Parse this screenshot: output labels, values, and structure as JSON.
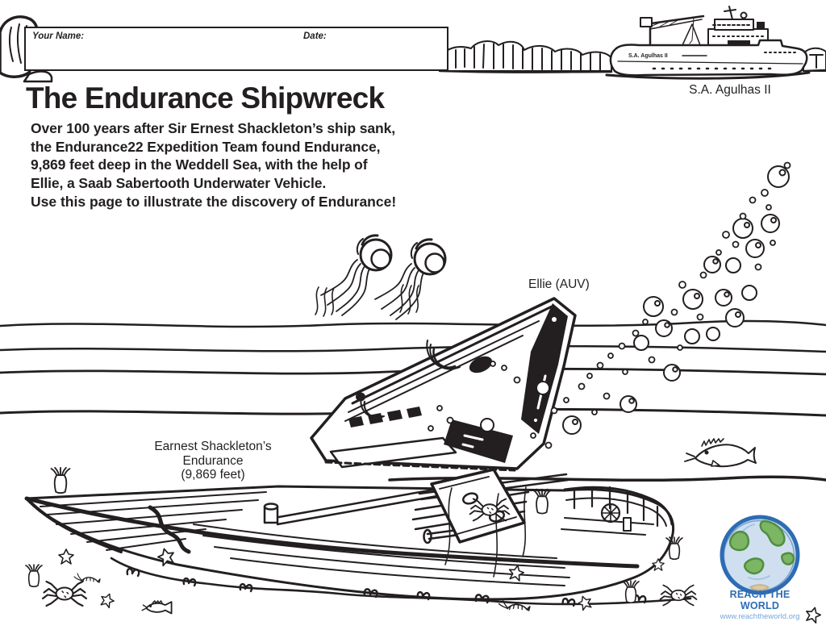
{
  "page": {
    "title": "The Endurance Shipwreck",
    "intro": "Over 100 years after Sir Ernest Shackleton’s ship sank,\nthe Endurance22 Expedition Team found Endurance,\n9,869 feet deep in the Weddell Sea, with the help of\nEllie, a Saab Sabertooth Underwater Vehicle.",
    "instruction": "Use this page to illustrate the discovery of Endurance!"
  },
  "name_date_box": {
    "name_label": "Your Name:",
    "name_value": "",
    "date_label": "Date:",
    "date_value": ""
  },
  "illustration_labels": {
    "ship_caption": "S.A. Agulhas II",
    "ship_hull_text": "S.A. Agulhas II",
    "auv_caption": "Ellie (AUV)",
    "wreck_caption": "Earnest Shackleton’s\nEndurance\n(9,869 feet)"
  },
  "footer_logo": {
    "org_name": "REACH THE WORLD",
    "website": "www.reachtheworld.org"
  },
  "colors": {
    "ink": "#231f20",
    "logo_blue": "#2e6cb3",
    "logo_light_blue": "#74a7d9",
    "logo_land_green": "#7cb563",
    "logo_ocean_blue": "#cfdff0"
  }
}
